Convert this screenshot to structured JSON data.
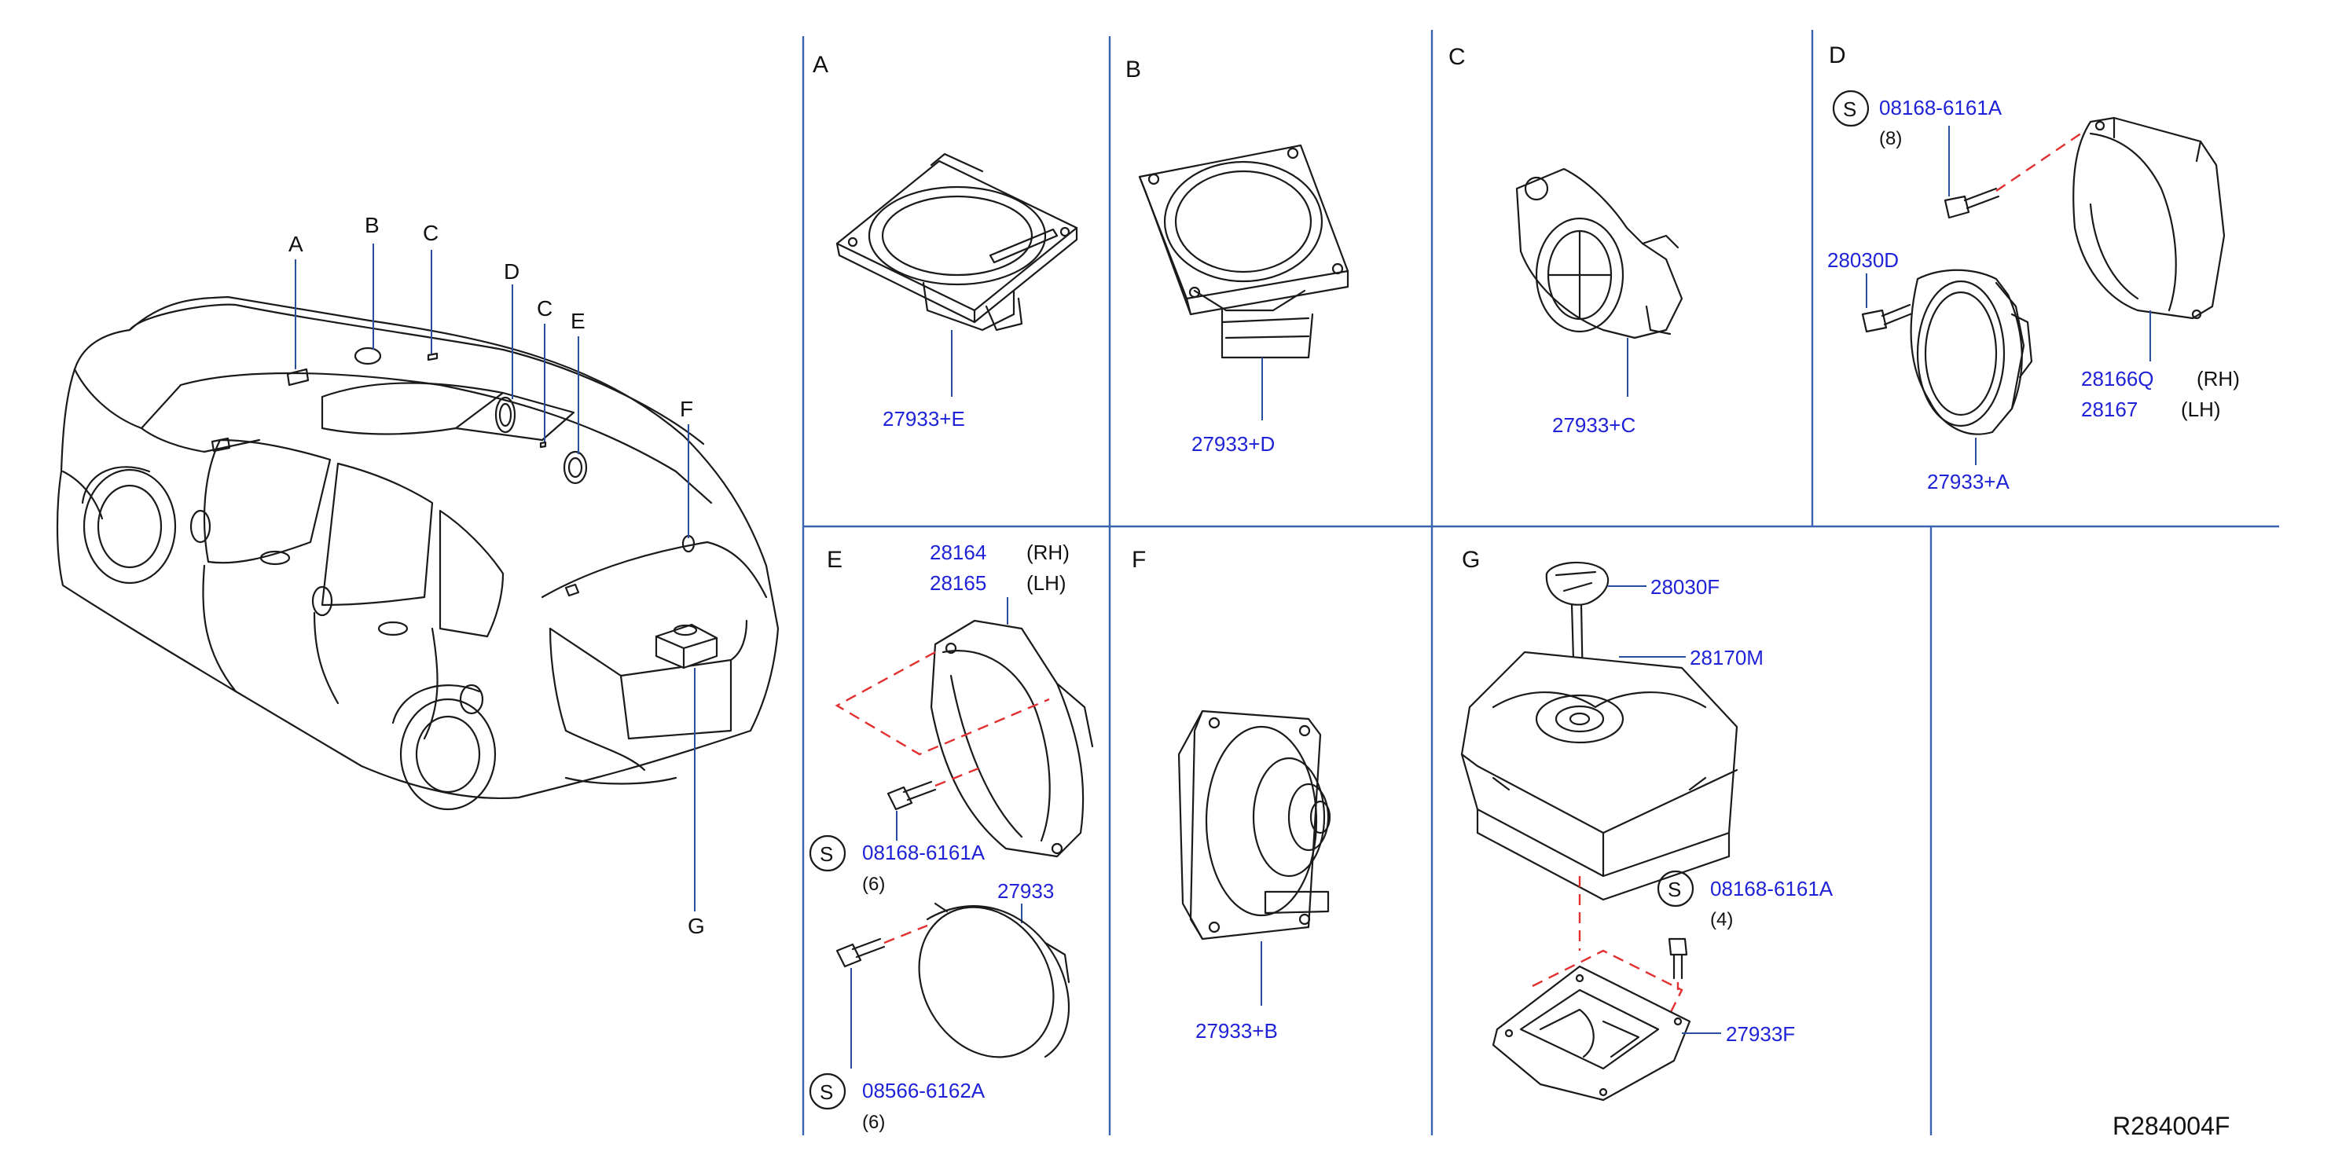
{
  "diagram_id": "R284004F",
  "car_callouts": [
    "A",
    "B",
    "C",
    "D",
    "C",
    "E",
    "F",
    "G"
  ],
  "panels": {
    "A": {
      "letter": "A",
      "parts": [
        {
          "part_no": "27933+E"
        }
      ]
    },
    "B": {
      "letter": "B",
      "parts": [
        {
          "part_no": "27933+D"
        }
      ]
    },
    "C": {
      "letter": "C",
      "parts": [
        {
          "part_no": "27933+C"
        }
      ]
    },
    "D": {
      "letter": "D",
      "parts": [
        {
          "symbol": "S",
          "part_no": "08168-6161A",
          "qty": "(8)"
        },
        {
          "part_no": "28030D"
        },
        {
          "part_no": "28166Q",
          "side": "(RH)"
        },
        {
          "part_no": "28167",
          "side": "(LH)"
        },
        {
          "part_no": "27933+A"
        }
      ]
    },
    "E": {
      "letter": "E",
      "parts": [
        {
          "part_no": "28164",
          "side": "(RH)"
        },
        {
          "part_no": "28165",
          "side": "(LH)"
        },
        {
          "symbol": "S",
          "part_no": "08168-6161A",
          "qty": "(6)"
        },
        {
          "part_no": "27933"
        },
        {
          "symbol": "S",
          "part_no": "08566-6162A",
          "qty": "(6)"
        }
      ]
    },
    "F": {
      "letter": "F",
      "parts": [
        {
          "part_no": "27933+B"
        }
      ]
    },
    "G": {
      "letter": "G",
      "parts": [
        {
          "part_no": "28030F"
        },
        {
          "part_no": "28170M"
        },
        {
          "symbol": "S",
          "part_no": "08168-6161A",
          "qty": "(4)"
        },
        {
          "part_no": "27933F"
        }
      ]
    }
  },
  "colors": {
    "part_number": "#1f22d6",
    "panel_line": "#3b64b0",
    "assembly_dash": "#e23030",
    "leader": "#2a4fa0"
  }
}
